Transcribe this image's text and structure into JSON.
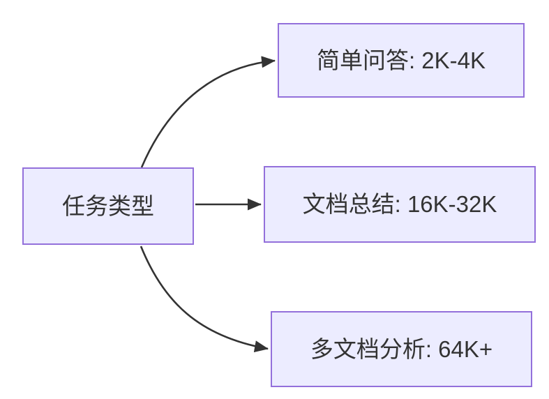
{
  "diagram": {
    "type": "flowchart",
    "direction": "left-to-right",
    "root": {
      "id": "task-type",
      "label": "任务类型"
    },
    "branches": [
      {
        "id": "simple-qa",
        "label": "简单问答: 2K-4K"
      },
      {
        "id": "doc-summary",
        "label": "文档总结: 16K-32K"
      },
      {
        "id": "multi-doc",
        "label": "多文档分析: 64K+"
      }
    ],
    "edges": [
      {
        "from": "task-type",
        "to": "simple-qa"
      },
      {
        "from": "task-type",
        "to": "doc-summary"
      },
      {
        "from": "task-type",
        "to": "multi-doc"
      }
    ],
    "colors": {
      "node_fill": "#ECECFF",
      "node_border": "#9370DB",
      "text": "#333333",
      "arrow": "#333333",
      "background": "#FFFFFF"
    }
  }
}
